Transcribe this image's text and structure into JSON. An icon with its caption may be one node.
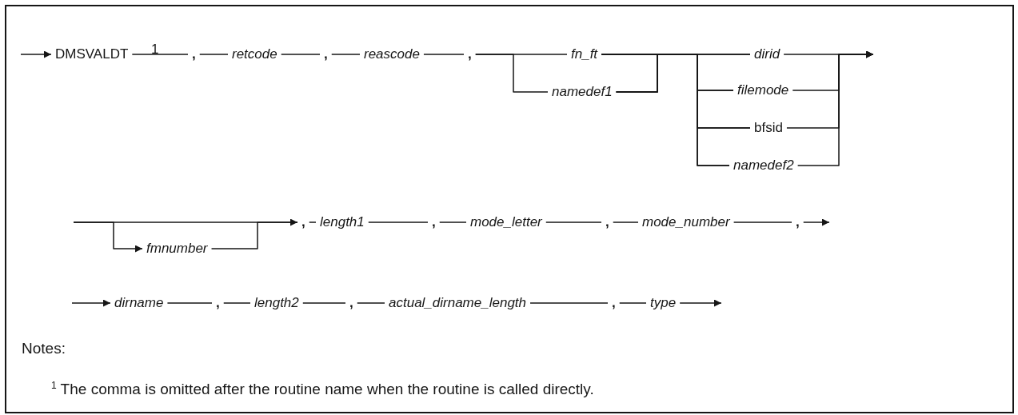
{
  "diagram": {
    "nodes": [
      {
        "text": [
          "DMSVALDT"
        ]
      },
      {
        "text": [
          ","
        ]
      },
      {
        "text": [
          "retcode"
        ]
      },
      {
        "text": [
          ","
        ]
      },
      {
        "text": [
          "reascode"
        ]
      },
      {
        "text": [
          ","
        ]
      },
      {
        "text": [
          "fn_ft"
        ]
      },
      {
        "text": [
          "namedef1"
        ]
      },
      {
        "text": [
          "dirid"
        ]
      },
      {
        "text": [
          "filemode"
        ]
      },
      {
        "text": [
          "bfsid"
        ]
      },
      {
        "text": [
          "namedef2"
        ]
      },
      {
        "text": [
          "fmnumber"
        ]
      },
      {
        "text": [
          ","
        ]
      },
      {
        "text": [
          "length1"
        ]
      },
      {
        "text": [
          ","
        ]
      },
      {
        "text": [
          "mode_letter"
        ]
      },
      {
        "text": [
          ","
        ]
      },
      {
        "text": [
          "mode_number"
        ]
      },
      {
        "text": [
          ","
        ]
      },
      {
        "text": [
          "dirname"
        ]
      },
      {
        "text": [
          ","
        ]
      },
      {
        "text": [
          "length2"
        ]
      },
      {
        "text": [
          ","
        ]
      },
      {
        "text": [
          "actual_dirname_length"
        ]
      },
      {
        "text": [
          ","
        ]
      },
      {
        "text": [
          "type"
        ]
      }
    ],
    "edges": [
      {
        "from": null,
        "to": 0,
        "arrow": "to"
      },
      {
        "from": 0,
        "to": 1,
        "arrow": "none"
      },
      {
        "from": 1,
        "to": 2,
        "arrow": "none"
      },
      {
        "from": 2,
        "to": 3,
        "arrow": "none"
      },
      {
        "from": 3,
        "to": 4,
        "arrow": "none"
      },
      {
        "from": 4,
        "to": 5,
        "arrow": "none"
      },
      {
        "from": 5,
        "to": 6,
        "arrow": "none"
      },
      {
        "from": 5,
        "to": 7,
        "arrow": "none"
      },
      {
        "from": 6,
        "to": 8,
        "arrow": "none"
      },
      {
        "from": 6,
        "to": 9,
        "arrow": "none"
      },
      {
        "from": 6,
        "to": 10,
        "arrow": "none"
      },
      {
        "from": 6,
        "to": 11,
        "arrow": "none"
      },
      {
        "from": 7,
        "to": 8,
        "arrow": "none"
      },
      {
        "from": 7,
        "to": 9,
        "arrow": "none"
      },
      {
        "from": 7,
        "to": 10,
        "arrow": "none"
      },
      {
        "from": 7,
        "to": 11,
        "arrow": "none"
      },
      {
        "from": 8,
        "to": null,
        "arrow": "to"
      },
      {
        "from": 9,
        "to": null,
        "arrow": "to"
      },
      {
        "from": 10,
        "to": null,
        "arrow": "to"
      },
      {
        "from": 11,
        "to": null,
        "arrow": "to"
      },
      {
        "from": null,
        "to": 12,
        "arrow": "to"
      },
      {
        "from": null,
        "to": 13,
        "arrow": "to"
      },
      {
        "from": 12,
        "to": 13,
        "arrow": "none"
      },
      {
        "from": 13,
        "to": 14,
        "arrow": "none"
      },
      {
        "from": 14,
        "to": 15,
        "arrow": "none"
      },
      {
        "from": 15,
        "to": 16,
        "arrow": "none"
      },
      {
        "from": 16,
        "to": 17,
        "arrow": "none"
      },
      {
        "from": 17,
        "to": 18,
        "arrow": "none"
      },
      {
        "from": 18,
        "to": 19,
        "arrow": "none"
      },
      {
        "from": 19,
        "to": null,
        "arrow": "to"
      },
      {
        "from": null,
        "to": 20,
        "arrow": "to"
      },
      {
        "from": 20,
        "to": 21,
        "arrow": "none"
      },
      {
        "from": 21,
        "to": 22,
        "arrow": "none"
      },
      {
        "from": 22,
        "to": 23,
        "arrow": "none"
      },
      {
        "from": 23,
        "to": 24,
        "arrow": "none"
      },
      {
        "from": 24,
        "to": 25,
        "arrow": "none"
      },
      {
        "from": 25,
        "to": 26,
        "arrow": "none"
      },
      {
        "from": 26,
        "to": null,
        "arrow": "to"
      }
    ],
    "labels": [
      "1",
      "Notes:",
      "$^{1}$ The comma is omitted after the routine name when the routine is called directly."
    ]
  }
}
